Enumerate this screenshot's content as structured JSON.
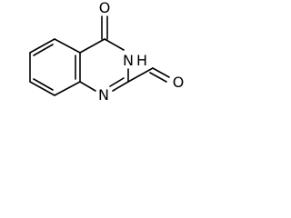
{
  "molecule": {
    "atoms": {
      "oxygen_carbonyl": "O",
      "nitrogen_nh": "N",
      "hydrogen_nh": "H",
      "nitrogen_n1": "N",
      "oxygen_aldehyde": "O"
    }
  }
}
